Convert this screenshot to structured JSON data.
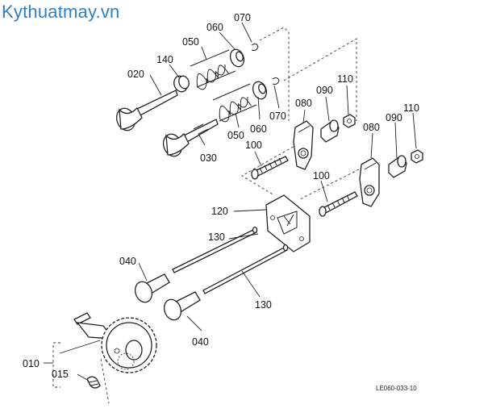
{
  "watermark": "Kythuatmay.vn",
  "diagram_code": "LE060-033-10",
  "callouts": {
    "c070a": "070",
    "c060a": "060",
    "c050a": "050",
    "c140": "140",
    "c020": "020",
    "c070b": "070",
    "c060b": "060",
    "c050b": "050",
    "c030": "030",
    "c080a": "080",
    "c090a": "090",
    "c110a": "110",
    "c080b": "080",
    "c090b": "090",
    "c110b": "110",
    "c100a": "100",
    "c100b": "100",
    "c120": "120",
    "c130a": "130",
    "c130b": "130",
    "c040a": "040",
    "c040b": "040",
    "c010": "010",
    "c015": "015"
  }
}
